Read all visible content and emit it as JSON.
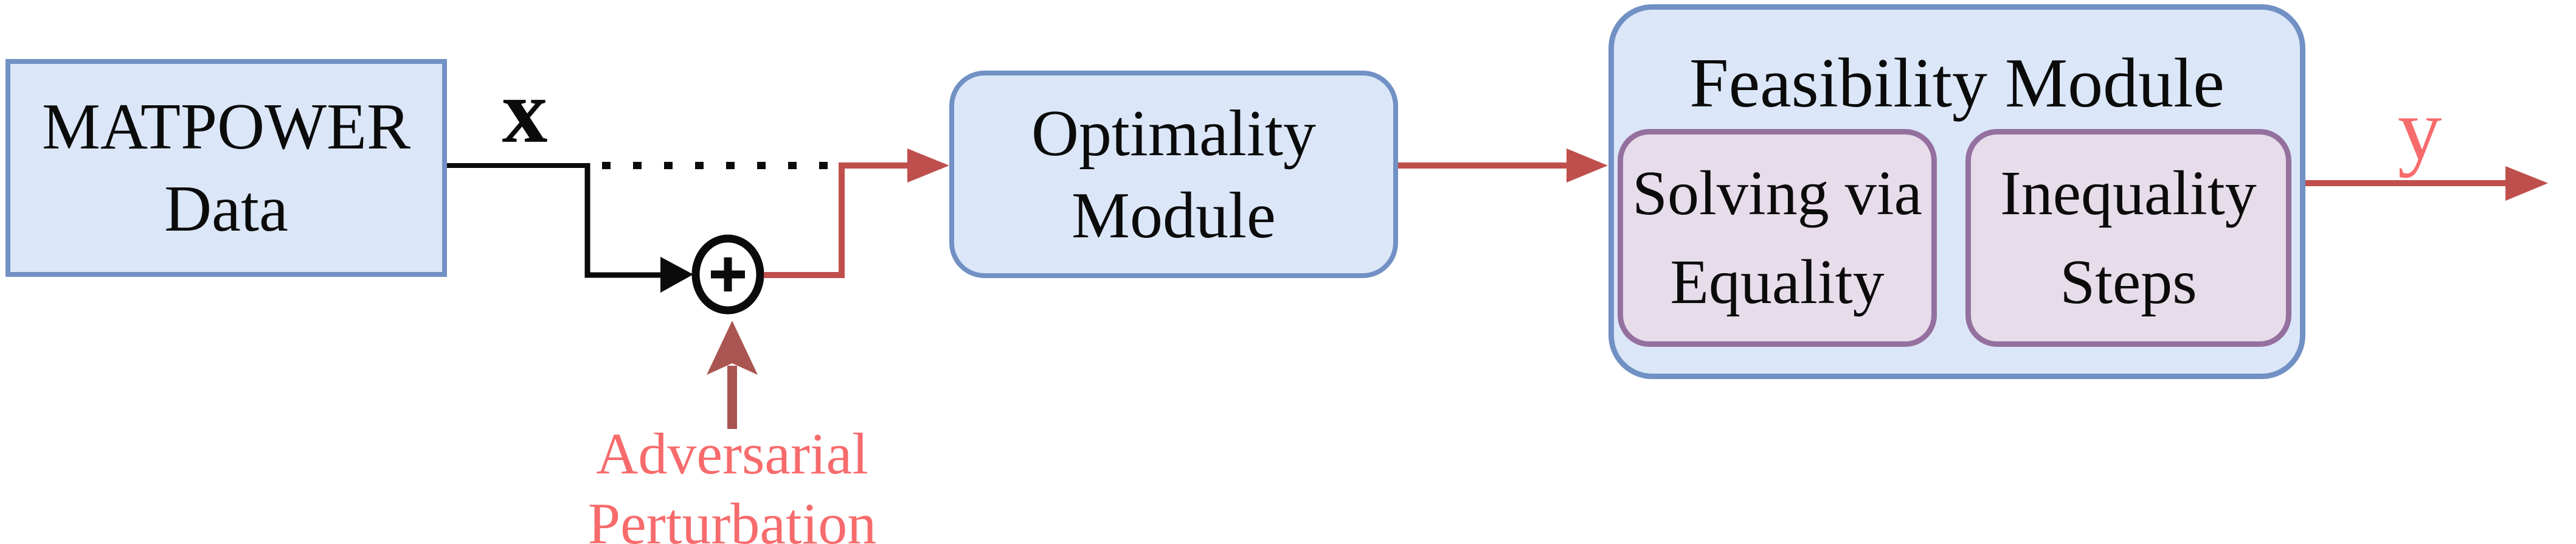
{
  "diagram": {
    "matpower_box": {
      "line1": "MATPOWER",
      "line2": "Data"
    },
    "x_label": "x",
    "plus_sign": "+",
    "adversarial_label": {
      "line1": "Adversarial",
      "line2": "Perturbation"
    },
    "optimality_box": {
      "line1": "Optimality",
      "line2": "Module"
    },
    "feasibility_box": {
      "title": "Feasibility Module",
      "equality_box": {
        "line1": "Solving via",
        "line2": "Equality"
      },
      "inequality_box": {
        "line1": "Inequality",
        "line2": "Steps"
      }
    },
    "y_label": "y"
  },
  "icons": {
    "sum_node_icon": "plus-in-circle",
    "arrowhead_icon": "filled-triangle-right",
    "adversarial_arrow_icon": "filled-triangle-up"
  },
  "colors": {
    "box_fill": "#dbe7f8",
    "box_border": "#7191c4",
    "inner_fill": "#e7dcea",
    "inner_border": "#94709f",
    "connector_red": "#bf4f4c",
    "adversarial_red": "#aa5551",
    "label_red": "#f76b6c",
    "wire_black": "#0b0b0b",
    "text_black": "#0b0b0b",
    "background": "#ffffff"
  }
}
